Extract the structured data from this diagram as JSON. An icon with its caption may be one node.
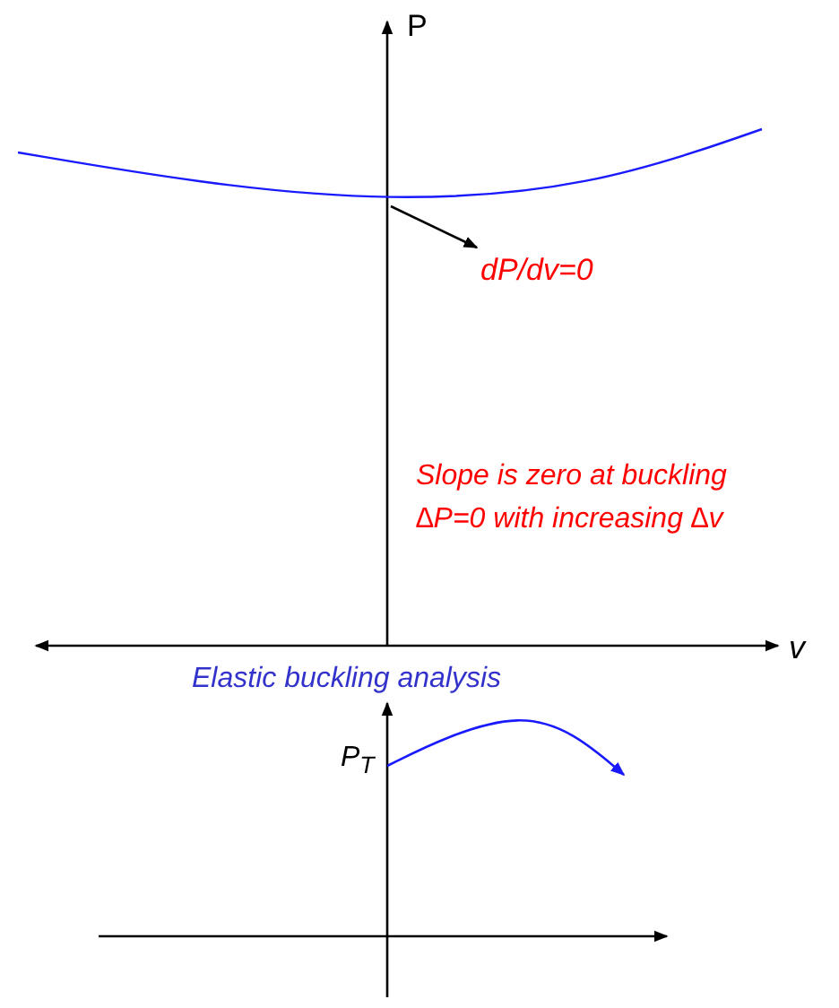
{
  "diagram": {
    "nodes": [
      {
        "text": [
          "dP/dv=0"
        ]
      },
      {
        "text": [],
        "shape": "curve"
      }
    ],
    "edges": [
      {
        "from": 1,
        "to": 0,
        "arrow": "to"
      }
    ],
    "labels": [
      "P",
      "Slope is zero at buckling",
      "∆P=0 with increasing ∆v",
      "v",
      "Elastic buckling analysis",
      "P$_{T}$"
    ]
  }
}
